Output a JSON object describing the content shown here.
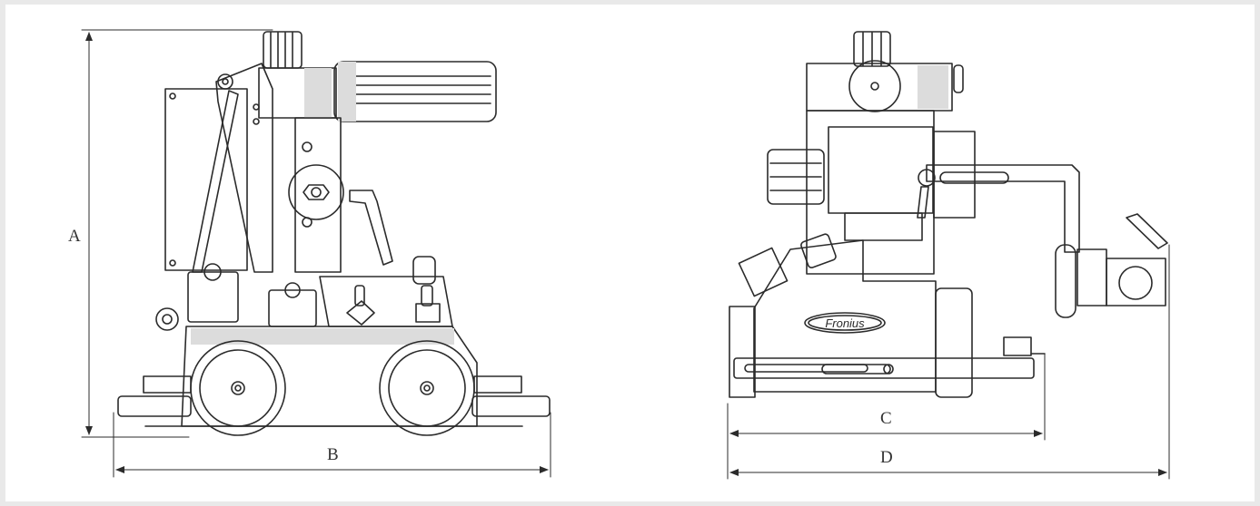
{
  "dimension_labels": {
    "a": "A",
    "b": "B",
    "c": "C",
    "d": "D"
  },
  "brand_logo_text": "Fronius",
  "colors": {
    "line": "#2b2b2b",
    "shade": "#dcdcdc",
    "background": "#ffffff",
    "page": "#e9e9e9"
  }
}
